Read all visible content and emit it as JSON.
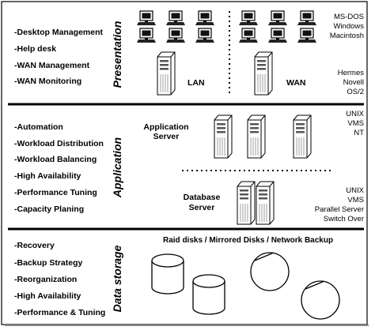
{
  "presentation": {
    "title": "Presentation",
    "items": [
      "-Desktop Management",
      "-Help desk",
      "-WAN Management",
      "-WAN Monitoring"
    ],
    "os_top": [
      "MS-DOS",
      "Windows",
      "Macintosh"
    ],
    "os_bottom": [
      "Hermes",
      "Novell",
      "OS/2"
    ],
    "lan_label": "LAN",
    "wan_label": "WAN"
  },
  "application": {
    "title": "Application",
    "items": [
      "-Automation",
      "-Workload Distribution",
      "-Workload Balancing",
      "-High Availability",
      "-Performance Tuning",
      "-Capacity Planing"
    ],
    "app_server_label": [
      "Application",
      "Server"
    ],
    "db_server_label": [
      "Database",
      "Server"
    ],
    "os_top": [
      "UNIX",
      "VMS",
      "NT"
    ],
    "os_bottom": [
      "UNIX",
      "VMS",
      "Parallel Server",
      "Switch Over"
    ]
  },
  "data_storage": {
    "title": "Data storage",
    "items": [
      "-Recovery",
      "-Backup Strategy",
      "-Reorganization",
      "-High Availability",
      "-Performance & Tuning"
    ],
    "header": "Raid disks / Mirrored Disks / Network Backup"
  }
}
